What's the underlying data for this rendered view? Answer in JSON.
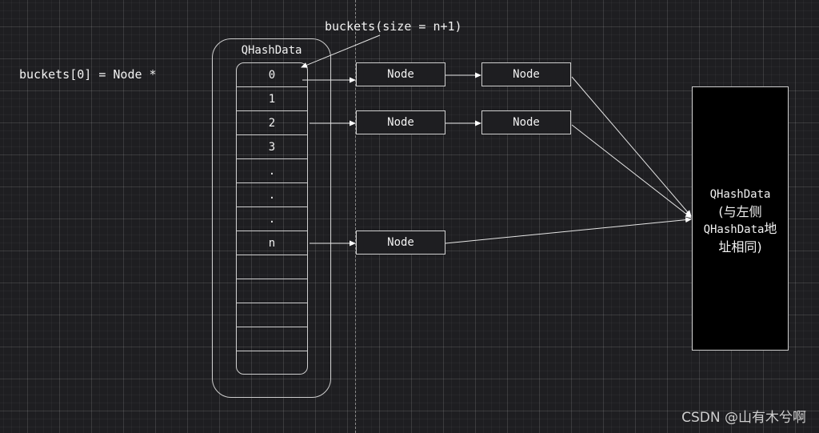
{
  "annotations": {
    "buckets_size": "buckets(size = n+1)",
    "buckets_zero": "buckets[0] = Node *"
  },
  "container": {
    "title": "QHashData",
    "cells": [
      "0",
      "1",
      "2",
      "3",
      ".",
      ".",
      ".",
      "n",
      "",
      "",
      "",
      "",
      ""
    ]
  },
  "nodes": {
    "row0_a": "Node",
    "row0_b": "Node",
    "row2_a": "Node",
    "row2_b": "Node",
    "rown_a": "Node"
  },
  "target": {
    "line1": "QHashData",
    "line2": "(与左侧",
    "line3a": "QHashData",
    "line3b": "地",
    "line4": "址相同)"
  },
  "watermark": "CSDN @山有木兮啊",
  "colors": {
    "background": "#1e1e21",
    "stroke": "#cfcfcf",
    "text": "#f2f2f2",
    "target_fill": "#000000"
  }
}
